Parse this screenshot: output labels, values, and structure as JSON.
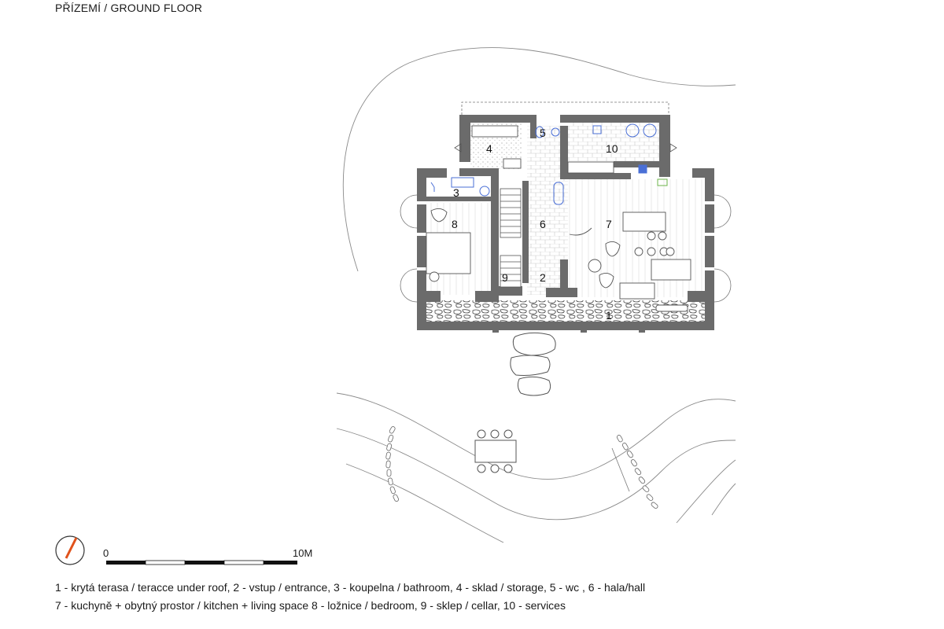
{
  "title": "PŘÍZEMÍ / GROUND FLOOR",
  "rooms": [
    {
      "id": "1",
      "label": "1"
    },
    {
      "id": "2",
      "label": "2"
    },
    {
      "id": "3",
      "label": "3"
    },
    {
      "id": "4",
      "label": "4"
    },
    {
      "id": "5",
      "label": "5"
    },
    {
      "id": "6",
      "label": "6"
    },
    {
      "id": "7",
      "label": "7"
    },
    {
      "id": "8",
      "label": "8"
    },
    {
      "id": "9",
      "label": "9"
    },
    {
      "id": "10",
      "label": "10"
    }
  ],
  "scale_bar": {
    "start_label": "0",
    "end_label": "10M"
  },
  "legend": {
    "line1": "1 - krytá terasa / teracce under roof, 2 - vstup / entrance, 3 - koupelna / bathroom, 4 - sklad / storage, 5 - wc , 6 - hala/hall",
    "line2": "7 - kuchyně + obytný prostor / kitchen + living space 8 - ložnice / bedroom, 9 - sklep / cellar, 10 - services"
  },
  "colors": {
    "wall": "#6b6b6b",
    "line": "#555555",
    "fixture": "#4a6fd6",
    "north": "#e0521b",
    "accent": "#6bb34a"
  },
  "icons": {
    "north_arrow": "north-arrow-icon"
  }
}
